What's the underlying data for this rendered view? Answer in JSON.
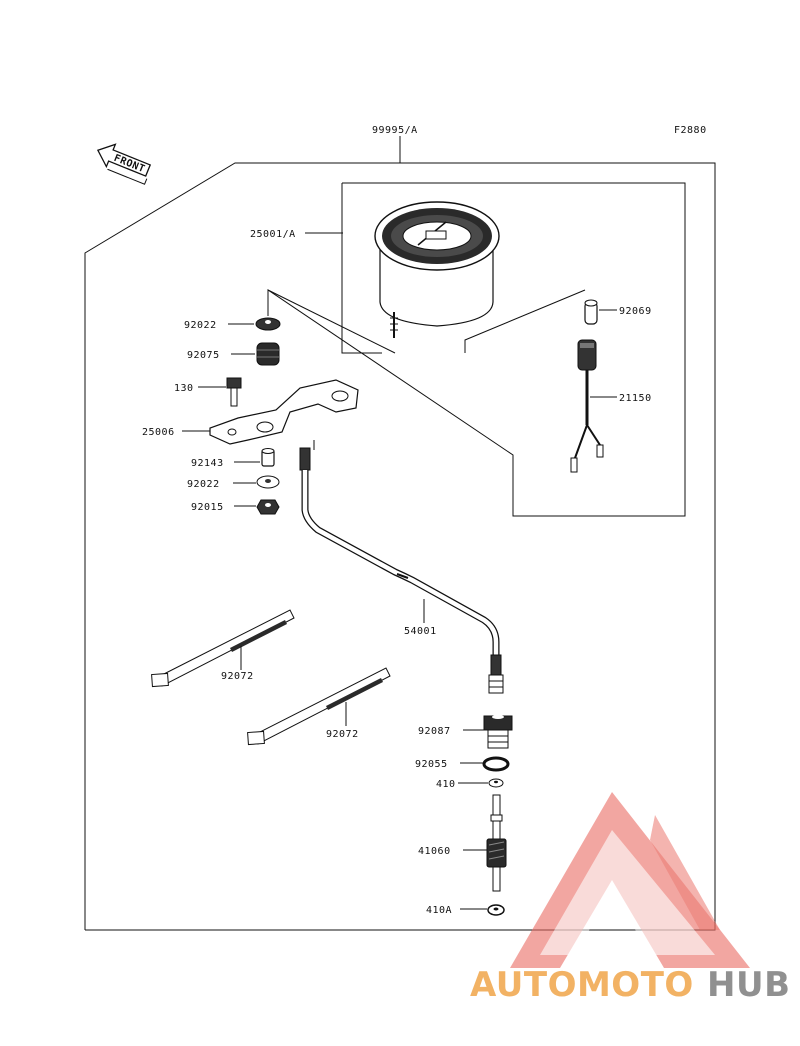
{
  "figure_code": "F2880",
  "front_label": "FRONT",
  "assembly_label": "99995/A",
  "parts": {
    "meter": "25001/A",
    "bulb": "92069",
    "socket": "21150",
    "rubber_washer_top": "92022",
    "damper": "92075",
    "bolt": "130",
    "bracket": "25006",
    "collar": "92143",
    "rubber_washer_bottom": "92022",
    "nut": "92015",
    "cable": "54001",
    "band_1": "92072",
    "band_2": "92072",
    "bushing": "92087",
    "oring": "92055",
    "washer": "410",
    "gear": "41060",
    "washer_a": "410A"
  },
  "watermark": {
    "part1": "AUTOMOTO",
    "part2": "HUB",
    "color_red": "#ea6b63",
    "color_orange": "#f0a54a",
    "color_gray": "#7d7d7d"
  }
}
